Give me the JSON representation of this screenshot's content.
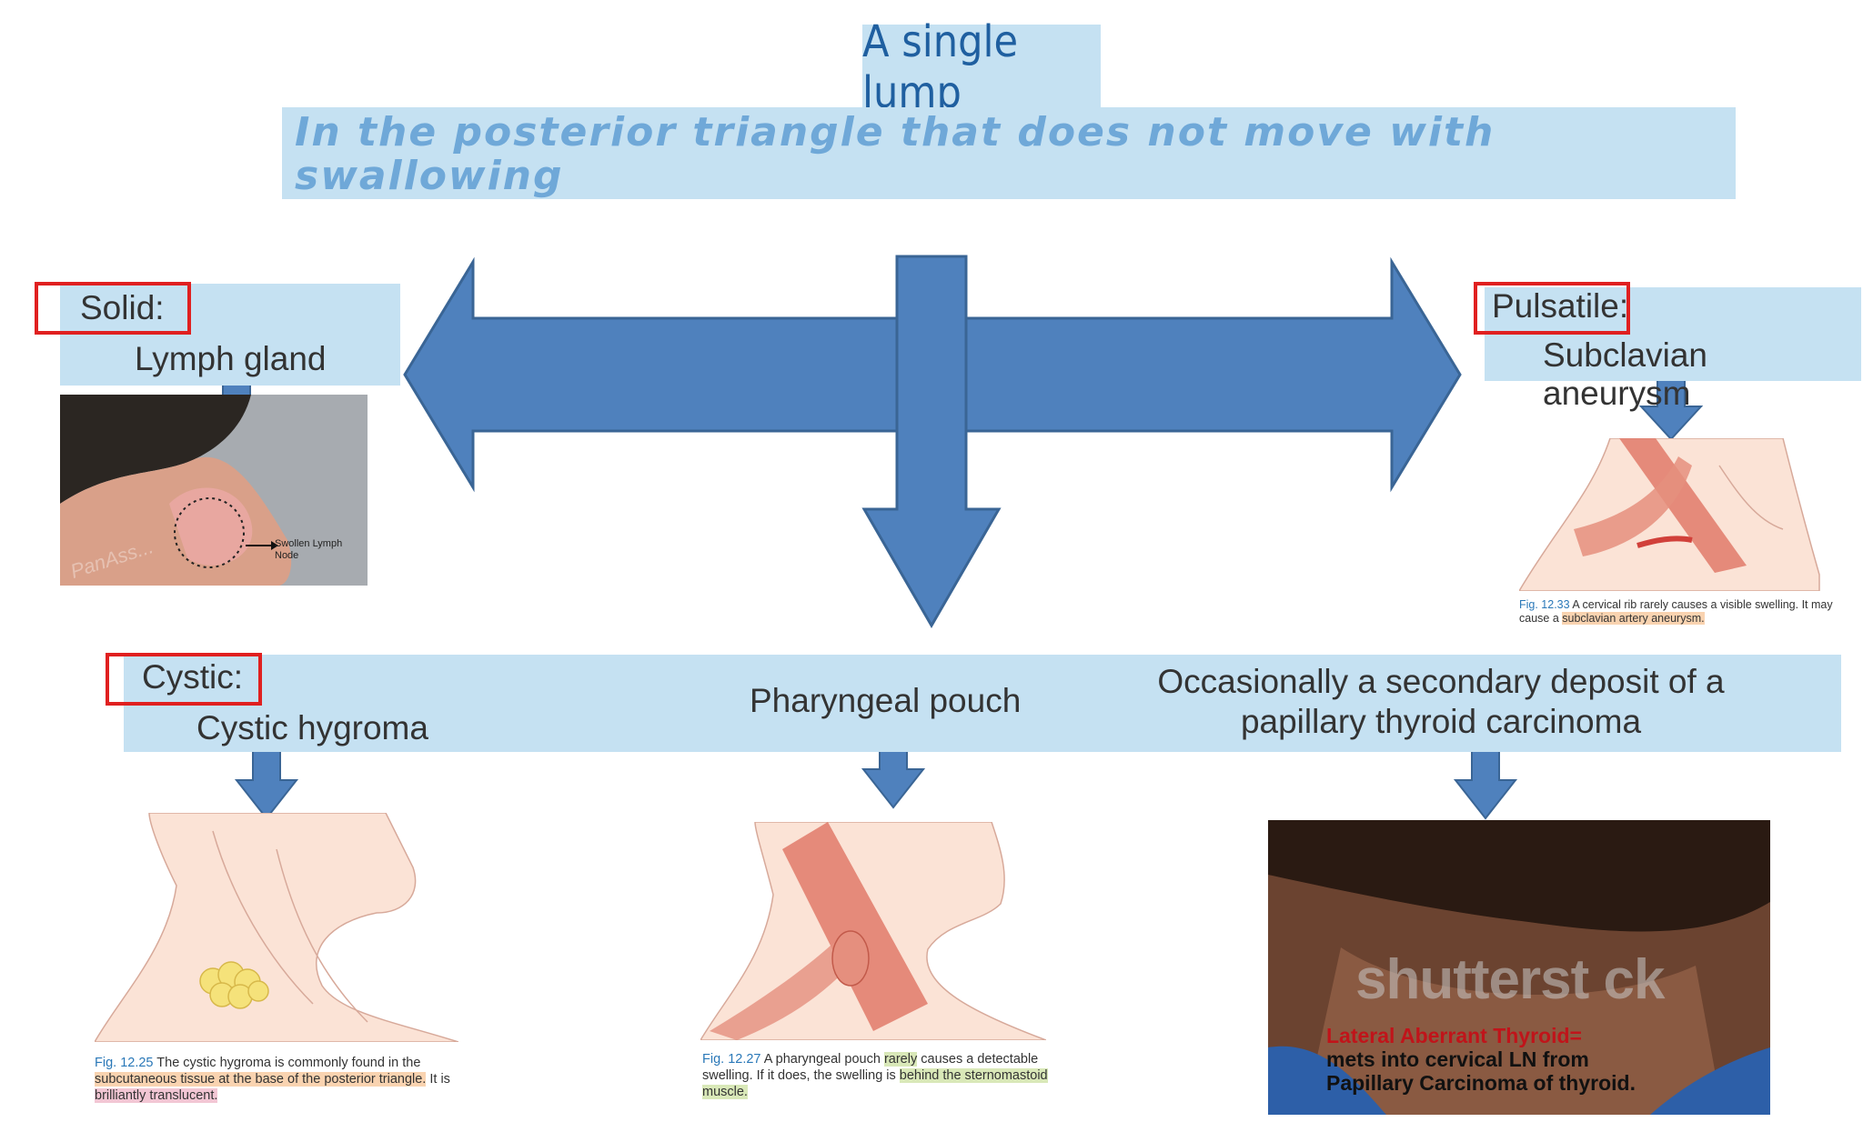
{
  "header": {
    "title": "A single lump",
    "subtitle": "In the posterior triangle that does not move with swallowing"
  },
  "solid": {
    "category": "Solid:",
    "item": "Lymph gland",
    "photo_label": "Swollen Lymph Node",
    "watermark": "PanAss..."
  },
  "pulsatile": {
    "category": "Pulsatile:",
    "item": "Subclavian aneurysm",
    "caption_fig": "Fig. 12.33",
    "caption_text": "A cervical rib rarely causes a visible swelling. It may cause a",
    "caption_highlight": "subclavian artery aneurysm."
  },
  "cystic": {
    "category": "Cystic:",
    "item": "Cystic hygroma",
    "caption_fig": "Fig. 12.25",
    "caption_text1": "The cystic hygroma is commonly found in the",
    "caption_highlight1": "subcutaneous tissue at the base of the posterior triangle.",
    "caption_text2": "It is",
    "caption_highlight2": "brilliantly translucent."
  },
  "pouch": {
    "item": "Pharyngeal pouch",
    "caption_fig": "Fig. 12.27",
    "caption_text1": "A pharyngeal pouch",
    "caption_highlight1": "rarely",
    "caption_text2": "causes a detectable swelling. If it does, the swelling is",
    "caption_highlight2": "behind the sternomastoid muscle."
  },
  "secondary": {
    "item_line1": "Occasionally a secondary deposit of a",
    "item_line2": "papillary thyroid carcinoma",
    "watermark": "shutterst ck",
    "overlay_line1": "Lateral Aberrant Thyroid=",
    "overlay_line2": "mets into cervical LN from",
    "overlay_line3": "Papillary Carcinoma of thyroid."
  },
  "colors": {
    "arrow_fill": "#4f81bd",
    "arrow_stroke": "#3a6595",
    "box_fill": "#c5e1f2",
    "red_box": "#e02020",
    "title_text": "#1f5fa0",
    "subtitle_text": "#6fa8d8",
    "overlay_text": "#c0141a"
  }
}
